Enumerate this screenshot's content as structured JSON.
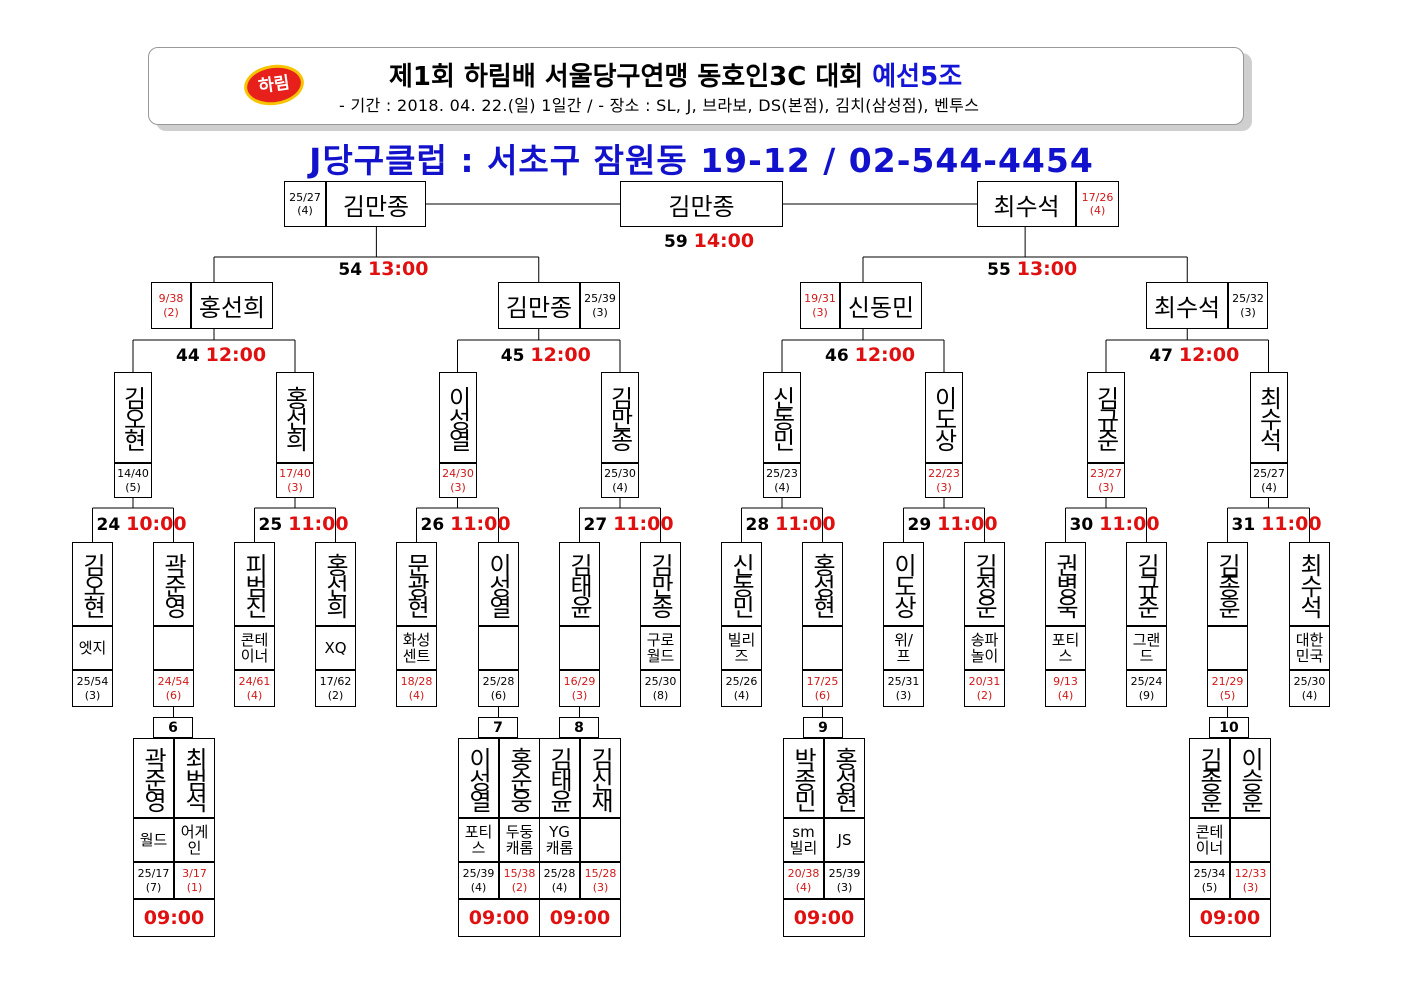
{
  "header": {
    "logo_text": "하림",
    "title": "제1회 하림배 서울당구연맹 동호인3C 대회",
    "title_accent": "예선5조",
    "subtitle": "- 기간 : 2018. 04. 22.(일) 1일간 / - 장소 : SL, J, 브라보, DS(본점), 김치(삼성점), 벤투스",
    "venue": "J당구클럽 : 서초구 잠원동 19-12 / 02-544-4454"
  },
  "final": {
    "winner": "김만종",
    "match": {
      "num": "59",
      "time": "14:00"
    },
    "left": {
      "name": "김만종",
      "score": "25/27\n(4)",
      "score_color": "black"
    },
    "right": {
      "name": "최수석",
      "score": "17/26\n(4)",
      "score_color": "red"
    }
  },
  "semis": [
    {
      "num": "54",
      "time": "13:00"
    },
    {
      "num": "55",
      "time": "13:00"
    }
  ],
  "quarter_players": [
    {
      "name": "홍선희",
      "score": "9/38\n(2)",
      "score_color": "red",
      "score_side": "left"
    },
    {
      "name": "김만종",
      "score": "25/39\n(3)",
      "score_color": "black",
      "score_side": "right"
    },
    {
      "name": "신동민",
      "score": "19/31\n(3)",
      "score_color": "red",
      "score_side": "left"
    },
    {
      "name": "최수석",
      "score": "25/32\n(3)",
      "score_color": "black",
      "score_side": "right"
    }
  ],
  "quarters": [
    {
      "num": "44",
      "time": "12:00"
    },
    {
      "num": "45",
      "time": "12:00"
    },
    {
      "num": "46",
      "time": "12:00"
    },
    {
      "num": "47",
      "time": "12:00"
    }
  ],
  "round16_players": [
    {
      "name": "김오현",
      "score": "14/40\n(5)",
      "score_color": "black"
    },
    {
      "name": "홍선희",
      "score": "17/40\n(3)",
      "score_color": "red"
    },
    {
      "name": "이성열",
      "score": "24/30\n(3)",
      "score_color": "red"
    },
    {
      "name": "김만종",
      "score": "25/30\n(4)",
      "score_color": "black"
    },
    {
      "name": "신동민",
      "score": "25/23\n(4)",
      "score_color": "black"
    },
    {
      "name": "이도상",
      "score": "22/23\n(3)",
      "score_color": "red"
    },
    {
      "name": "김규준",
      "score": "23/27\n(3)",
      "score_color": "red"
    },
    {
      "name": "최수석",
      "score": "25/27\n(4)",
      "score_color": "black"
    }
  ],
  "round16_matches": [
    {
      "num": "24",
      "time": "10:00"
    },
    {
      "num": "25",
      "time": "11:00"
    },
    {
      "num": "26",
      "time": "11:00"
    },
    {
      "num": "27",
      "time": "11:00"
    },
    {
      "num": "28",
      "time": "11:00"
    },
    {
      "num": "29",
      "time": "11:00"
    },
    {
      "num": "30",
      "time": "11:00"
    },
    {
      "num": "31",
      "time": "11:00"
    }
  ],
  "round32_players": [
    {
      "name": "김오현",
      "club": "엣지",
      "score": "25/54\n(3)",
      "score_color": "black"
    },
    {
      "name": "곽준영",
      "club": "",
      "score": "24/54\n(6)",
      "score_color": "red"
    },
    {
      "name": "피범진",
      "club": "콘테\n이너",
      "score": "24/61\n(4)",
      "score_color": "red"
    },
    {
      "name": "홍선희",
      "club": "XQ",
      "score": "17/62\n(2)",
      "score_color": "black"
    },
    {
      "name": "문광현",
      "club": "화성\n센트",
      "score": "18/28\n(4)",
      "score_color": "red"
    },
    {
      "name": "이성열",
      "club": "",
      "score": "25/28\n(6)",
      "score_color": "black"
    },
    {
      "name": "김태윤",
      "club": "",
      "score": "16/29\n(3)",
      "score_color": "red"
    },
    {
      "name": "김만종",
      "club": "구로\n월드",
      "score": "25/30\n(8)",
      "score_color": "black"
    },
    {
      "name": "신동민",
      "club": "빌리\n즈",
      "score": "25/26\n(4)",
      "score_color": "black"
    },
    {
      "name": "홍성현",
      "club": "",
      "score": "17/25\n(6)",
      "score_color": "red"
    },
    {
      "name": "이도상",
      "club": "위/\n프",
      "score": "25/31\n(3)",
      "score_color": "black"
    },
    {
      "name": "김정운",
      "club": "송파\n놀이",
      "score": "20/31\n(2)",
      "score_color": "red"
    },
    {
      "name": "권병욱",
      "club": "포티\n스",
      "score": "9/13\n(4)",
      "score_color": "red"
    },
    {
      "name": "김규준",
      "club": "그랜\n드",
      "score": "25/24\n(9)",
      "score_color": "black"
    },
    {
      "name": "김종훈",
      "club": "",
      "score": "21/29\n(5)",
      "score_color": "red"
    },
    {
      "name": "최수석",
      "club": "대한\n민국",
      "score": "25/30\n(4)",
      "score_color": "black"
    }
  ],
  "prelims": [
    {
      "num": "6",
      "time": "09:00",
      "a": {
        "name": "곽준영",
        "club": "월드",
        "score": "25/17\n(7)",
        "score_color": "black"
      },
      "b": {
        "name": "최범석",
        "club": "어게\n인",
        "score": "3/17\n(1)",
        "score_color": "red"
      }
    },
    {
      "num": "7",
      "time": "09:00",
      "a": {
        "name": "이성열",
        "club": "포티\n스",
        "score": "25/39\n(4)",
        "score_color": "black"
      },
      "b": {
        "name": "홍순웅",
        "club": "두둥\n캐롬",
        "score": "15/38\n(2)",
        "score_color": "red"
      }
    },
    {
      "num": "8",
      "time": "09:00",
      "a": {
        "name": "김태윤",
        "club": "YG\n캐롬",
        "score": "25/28\n(4)",
        "score_color": "black"
      },
      "b": {
        "name": "김신재",
        "club": "",
        "score": "15/28\n(3)",
        "score_color": "red"
      }
    },
    {
      "num": "9",
      "time": "09:00",
      "a": {
        "name": "박종민",
        "club": "sm\n빌리",
        "score": "20/38\n(4)",
        "score_color": "red"
      },
      "b": {
        "name": "홍성현",
        "club": "JS",
        "score": "25/39\n(3)",
        "score_color": "black"
      }
    },
    {
      "num": "10",
      "time": "09:00",
      "a": {
        "name": "김종훈",
        "club": "콘테\n이너",
        "score": "25/34\n(5)",
        "score_color": "black"
      },
      "b": {
        "name": "이승훈",
        "club": "",
        "score": "12/33\n(3)",
        "score_color": "red"
      }
    }
  ]
}
